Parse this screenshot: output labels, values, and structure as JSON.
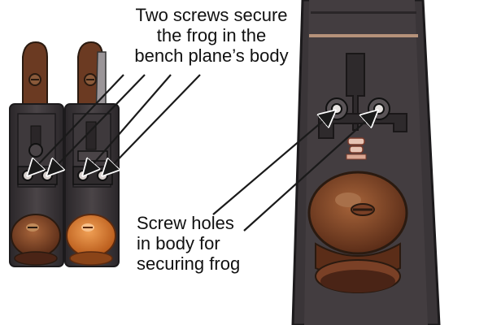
{
  "labels": {
    "top_lines": [
      "Two screws secure",
      "the frog  in the",
      "bench  plane’s body"
    ],
    "bottom_lines": [
      "Screw holes",
      "in body for",
      "securing frog"
    ]
  },
  "colors": {
    "plane_body": "#3a3538",
    "plane_edge": "#1c1a1c",
    "wood_dark": "#6b3a22",
    "wood_light": "#b06a35",
    "knob_orange": "#d9782a",
    "arrow": "#1a1a1a",
    "metal_light": "#e8e4e2"
  }
}
